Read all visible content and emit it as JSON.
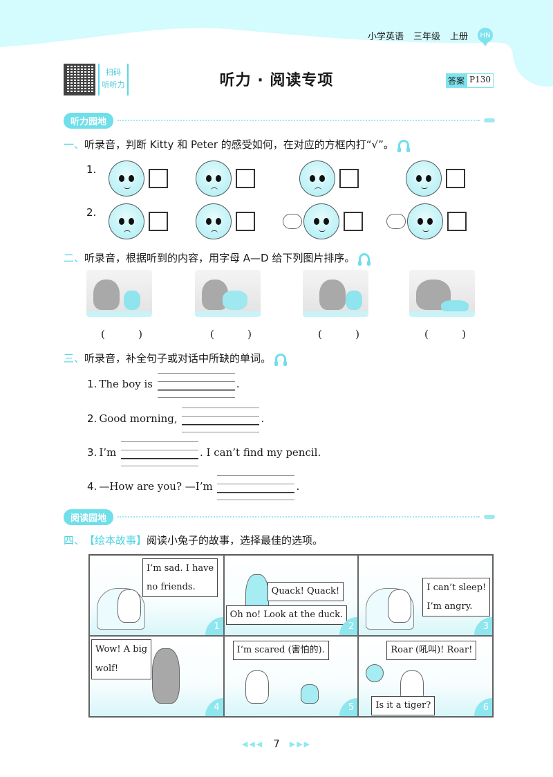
{
  "header": {
    "subject": "小学英语",
    "grade": "三年级",
    "volume": "上册",
    "region_badge": "HN",
    "scan_tag": [
      "扫码",
      "听听力"
    ],
    "title": "听力 · 阅读专项",
    "answer_label": "答案",
    "answer_page": "P130",
    "colors": {
      "accent": "#6fdfea",
      "wave": "#d4fbfd"
    }
  },
  "sections": {
    "listening": {
      "label": "听力园地"
    },
    "reading": {
      "label": "阅读园地"
    }
  },
  "q1": {
    "number": "一、",
    "instruction": "听录音，判断 Kitty 和 Peter 的感受如何，在对应的方框内打“√”。",
    "icon": "headphones-icon",
    "rows": [
      {
        "label": "1.",
        "faces": [
          "scared",
          "tired",
          "sad",
          "happy"
        ]
      },
      {
        "label": "2.",
        "faces": [
          "angry",
          "tired",
          "hungry",
          "thirsty"
        ]
      }
    ]
  },
  "q2": {
    "number": "二、",
    "instruction": "听录音，根据听到的内容，用字母 A—D 给下列图片排序。",
    "icon": "headphones-icon",
    "pictures": [
      {
        "scene": "bear-with-rabbit-night",
        "answer": "( )"
      },
      {
        "scene": "bear-and-wolf-forest",
        "answer": "( )"
      },
      {
        "scene": "bear-sitting-night",
        "answer": "( )"
      },
      {
        "scene": "bear-resting-animals",
        "answer": "( )"
      }
    ],
    "paren_open": "(",
    "paren_close": ")"
  },
  "q3": {
    "number": "三、",
    "instruction": "听录音，补全句子或对话中所缺的单词。",
    "icon": "headphones-icon",
    "items": [
      {
        "num": "1.",
        "before": "The boy is",
        "after": "."
      },
      {
        "num": "2.",
        "before": "Good morning,",
        "after": "."
      },
      {
        "num": "3.",
        "before": "I’m",
        "after": ". I can’t find my pencil."
      },
      {
        "num": "4.",
        "before": "—How are you? —I’m",
        "after": "."
      }
    ]
  },
  "q4": {
    "number": "四、",
    "tag": "【绘本故事】",
    "instruction": "阅读小兔子的故事，选择最佳的选项。",
    "panels": [
      {
        "num": "1",
        "bubbles": [
          "I’m sad. I have",
          "no friends."
        ]
      },
      {
        "num": "2",
        "bubbles": [
          "Quack! Quack!",
          "Oh no! Look at the duck."
        ]
      },
      {
        "num": "3",
        "bubbles": [
          "I can’t sleep!",
          "I’m angry."
        ]
      },
      {
        "num": "4",
        "bubbles": [
          "Wow! A big",
          "wolf!"
        ]
      },
      {
        "num": "5",
        "bubbles": [
          "I’m scared (害怕的)."
        ]
      },
      {
        "num": "6",
        "bubbles": [
          "Roar (吼叫)! Roar!",
          "Is it a tiger?"
        ]
      }
    ]
  },
  "footer": {
    "prev_arrows": "◀◀◀",
    "page": "7",
    "next_arrows": "▶▶▶"
  }
}
